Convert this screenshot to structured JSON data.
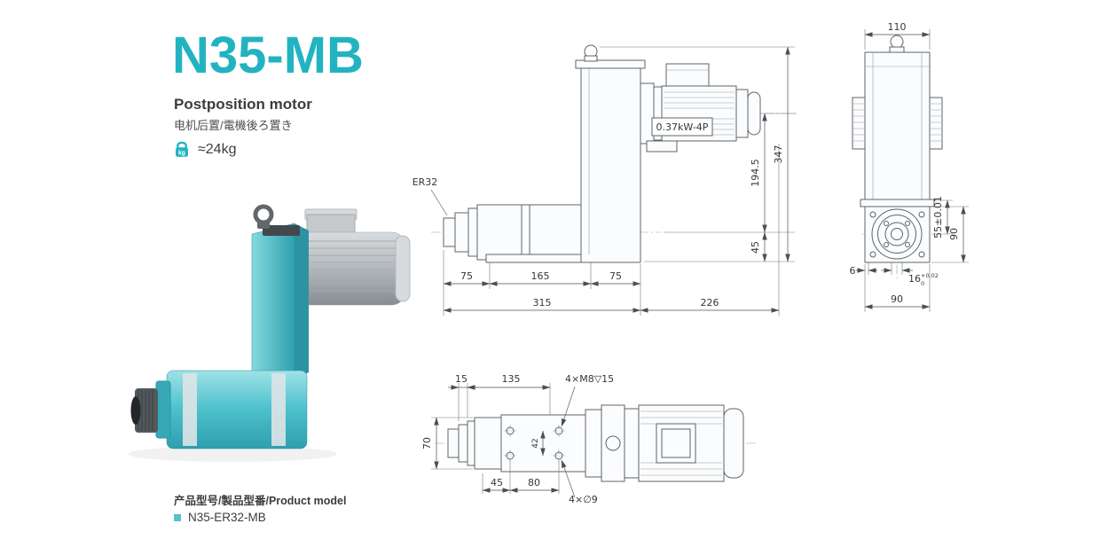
{
  "colors": {
    "accent": "#22b3c1",
    "body_teal": "#4cc0cb",
    "drawing_line": "#5f6468",
    "text": "#3a3d40"
  },
  "header": {
    "model": "N35-MB",
    "type_en": "Postposition motor",
    "type_cjk": "电机后置/電機後ろ置き",
    "weight": "≈24kg",
    "weight_unit": "kg"
  },
  "footer": {
    "model_label": "产品型号/製品型番/Product model",
    "model_value": "N35-ER32-MB"
  },
  "side_view": {
    "collet_label": "ER32",
    "motor_label": "0.37kW-4P",
    "dim_75a": "75",
    "dim_165": "165",
    "dim_75b": "75",
    "dim_315": "315",
    "dim_226": "226",
    "dim_194_5": "194.5",
    "dim_45": "45",
    "dim_347": "347"
  },
  "front_view": {
    "dim_110": "110",
    "dim_55": "55±0.01",
    "dim_90_side": "90",
    "dim_6": "6",
    "dim_16": "16",
    "dim_16_upper": "+0.02",
    "dim_16_lower": "0",
    "dim_90_bottom": "90"
  },
  "top_view": {
    "dim_15": "15",
    "dim_135": "135",
    "label_m8": "4×M8▽15",
    "dim_70": "70",
    "dim_42": "42",
    "dim_45": "45",
    "dim_80": "80",
    "label_phi9": "4×∅9"
  }
}
